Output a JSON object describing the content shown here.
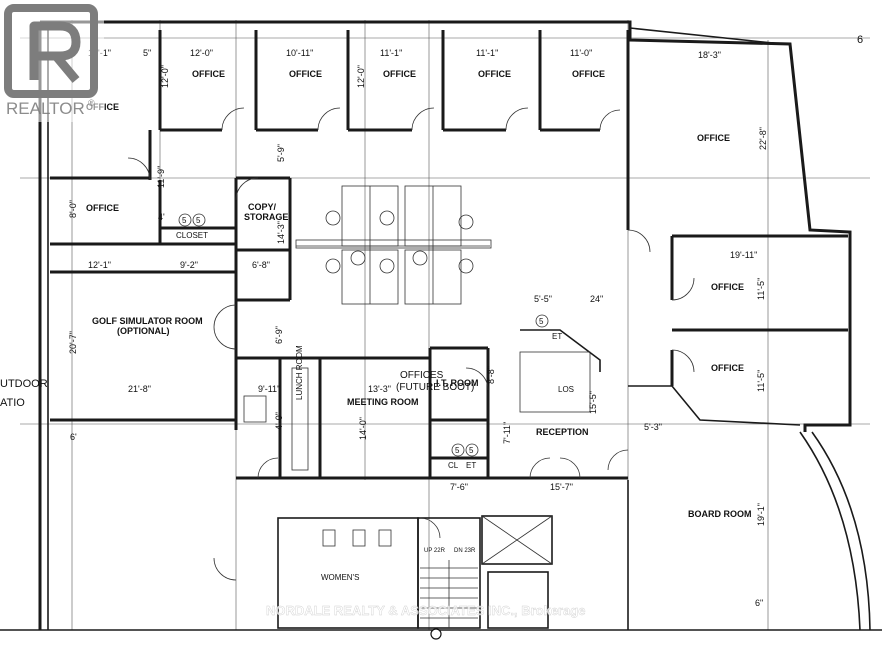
{
  "rooms": {
    "office": "OFFICE",
    "copy_storage_1": "COPY/",
    "copy_storage_2": "STORAGE",
    "closet": "CLOSET",
    "golf_1": "GOLF SIMULATOR ROOM",
    "golf_2": "(OPTIONAL)",
    "meeting": "MEETING ROOM",
    "lunch": "LUNCH ROOM",
    "it_room": "I.T. ROOM",
    "reception": "RECEPTION",
    "board_room": "BOARD ROOM",
    "womens": "WOMEN'S",
    "cl": "CL",
    "et": "ET",
    "los": "LOS",
    "outdoor_1": "UTDOOR",
    "outdoor_2": "ATIO"
  },
  "overlay": {
    "offices": "OFFICES",
    "future": "(FUTURE BOOT)"
  },
  "dims": {
    "d1": "12'-1\"",
    "d2": "5\"",
    "d3": "12'-0\"",
    "d4": "10'-11\"",
    "d5": "11'-1\"",
    "d6": "11'-1\"",
    "d7": "11'-0\"",
    "d8": "18'-3\"",
    "d9": "12'-0\"",
    "d10": "12'-0\"",
    "d11": "22'-8\"",
    "d12": "5'-9\"",
    "d13": "11'-9\"",
    "d14": "8'-0\"",
    "d15": "4'",
    "d16": "14'-3\"",
    "d17": "12'-1\"",
    "d18": "9'-2\"",
    "d19": "6'-8\"",
    "d20": "19'-11\"",
    "d21": "11'-5\"",
    "d22": "11'-5\"",
    "d23": "5'-5\"",
    "d24": "24\"",
    "d25": "20'-7\"",
    "d26": "6'-9\"",
    "d27": "21'-8\"",
    "d28": "9'-11\"",
    "d29": "13'-3\"",
    "d30": "8'-8\"",
    "d31": "14'-0\"",
    "d32": "15'-5\"",
    "d33": "7'-11\"",
    "d34": "5'-3\"",
    "d35": "7'-6\"",
    "d36": "15'-7\"",
    "d37": "19'-1\"",
    "d38": "6\"",
    "d39": "4'-0\"",
    "d40": "6'"
  },
  "markers": {
    "five": "5",
    "six": "6",
    "up": "UP 22R",
    "dn": "DN 23R"
  },
  "watermark": {
    "brand": "REALTOR",
    "reg": "®",
    "brokerage": "NORDALE REALTY & ASSOCIATES INC., Brokerage"
  },
  "colors": {
    "lines": "#1a1a1a",
    "watermark": "#ffffff"
  }
}
